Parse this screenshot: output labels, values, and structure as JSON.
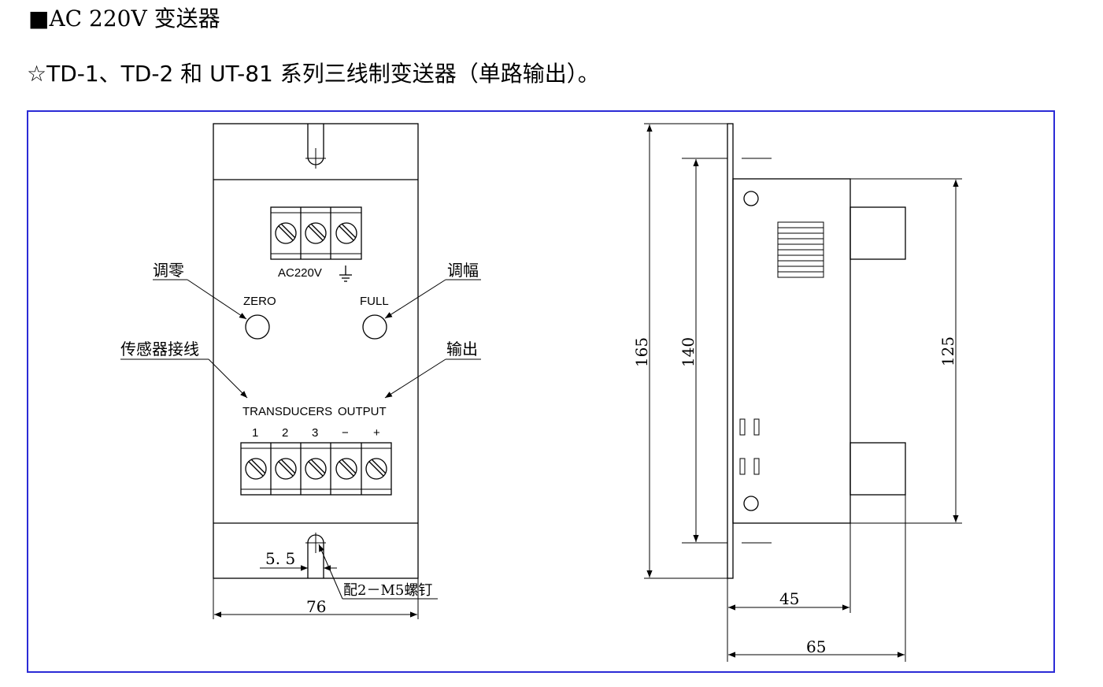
{
  "heading": {
    "title": "■AC 220V 变送器",
    "subtitle": "☆TD-1、TD-2 和 UT-81 系列三线制变送器（单路输出）。"
  },
  "front_view": {
    "power_terminal_label": "AC220V",
    "zero_cn": "调零",
    "zero_label": "ZERO",
    "full_cn": "调幅",
    "full_label": "FULL",
    "sensor_cn": "传感器接线",
    "output_cn": "输出",
    "transducers_label": "TRANSDUCERS",
    "output_label": "OUTPUT",
    "terminal_numbers": [
      "1",
      "2",
      "3",
      "−",
      "+"
    ],
    "slot_dim": "5. 5",
    "screw_note": "配2－M5螺钉",
    "width_dim": "76"
  },
  "side_view": {
    "height_total": "165",
    "height_inner": "140",
    "height_body": "125",
    "depth_body": "45",
    "depth_total": "65"
  },
  "colors": {
    "frame": "#2b2bd6",
    "line": "#000000"
  }
}
